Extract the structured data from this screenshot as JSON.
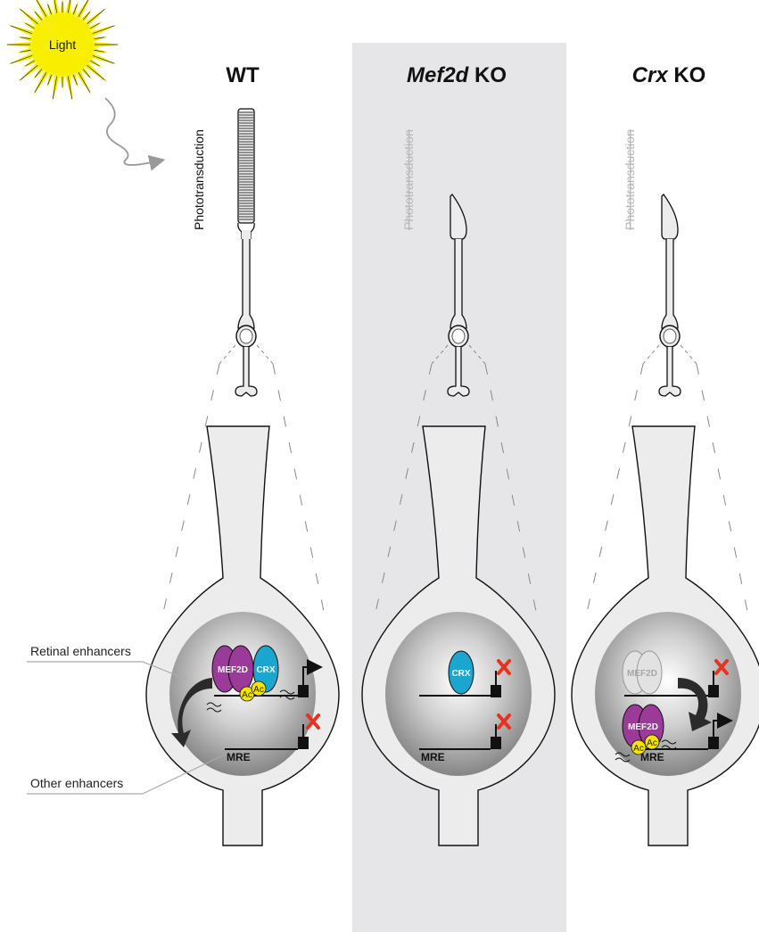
{
  "sun_label": "Light",
  "panels": [
    {
      "id": "wt",
      "title_italic": "",
      "title_rest": "WT",
      "phototransduction": "Phototransduction",
      "phototransduction_active": true
    },
    {
      "id": "mef2d-ko",
      "title_italic": "Mef2d",
      "title_rest": " KO",
      "phototransduction": "Phototransduction",
      "phototransduction_active": false
    },
    {
      "id": "crx-ko",
      "title_italic": "Crx",
      "title_rest": " KO",
      "phototransduction": "Phototransduction",
      "phototransduction_active": false
    }
  ],
  "labels": {
    "retinal_enhancers": "Retinal enhancers",
    "other_enhancers": "Other enhancers",
    "mre": "MRE",
    "mef2d": "MEF2D",
    "crx": "CRX",
    "ac": "Ac"
  },
  "colors": {
    "mef2d": "#9b3a98",
    "crx": "#1aa6cf",
    "ac": "#f5e400",
    "blocked_x": "#e8321e",
    "ko_panel_bg": "#e6e6e8",
    "cell_fill": "#ececec",
    "sun": "#f7ee00"
  }
}
